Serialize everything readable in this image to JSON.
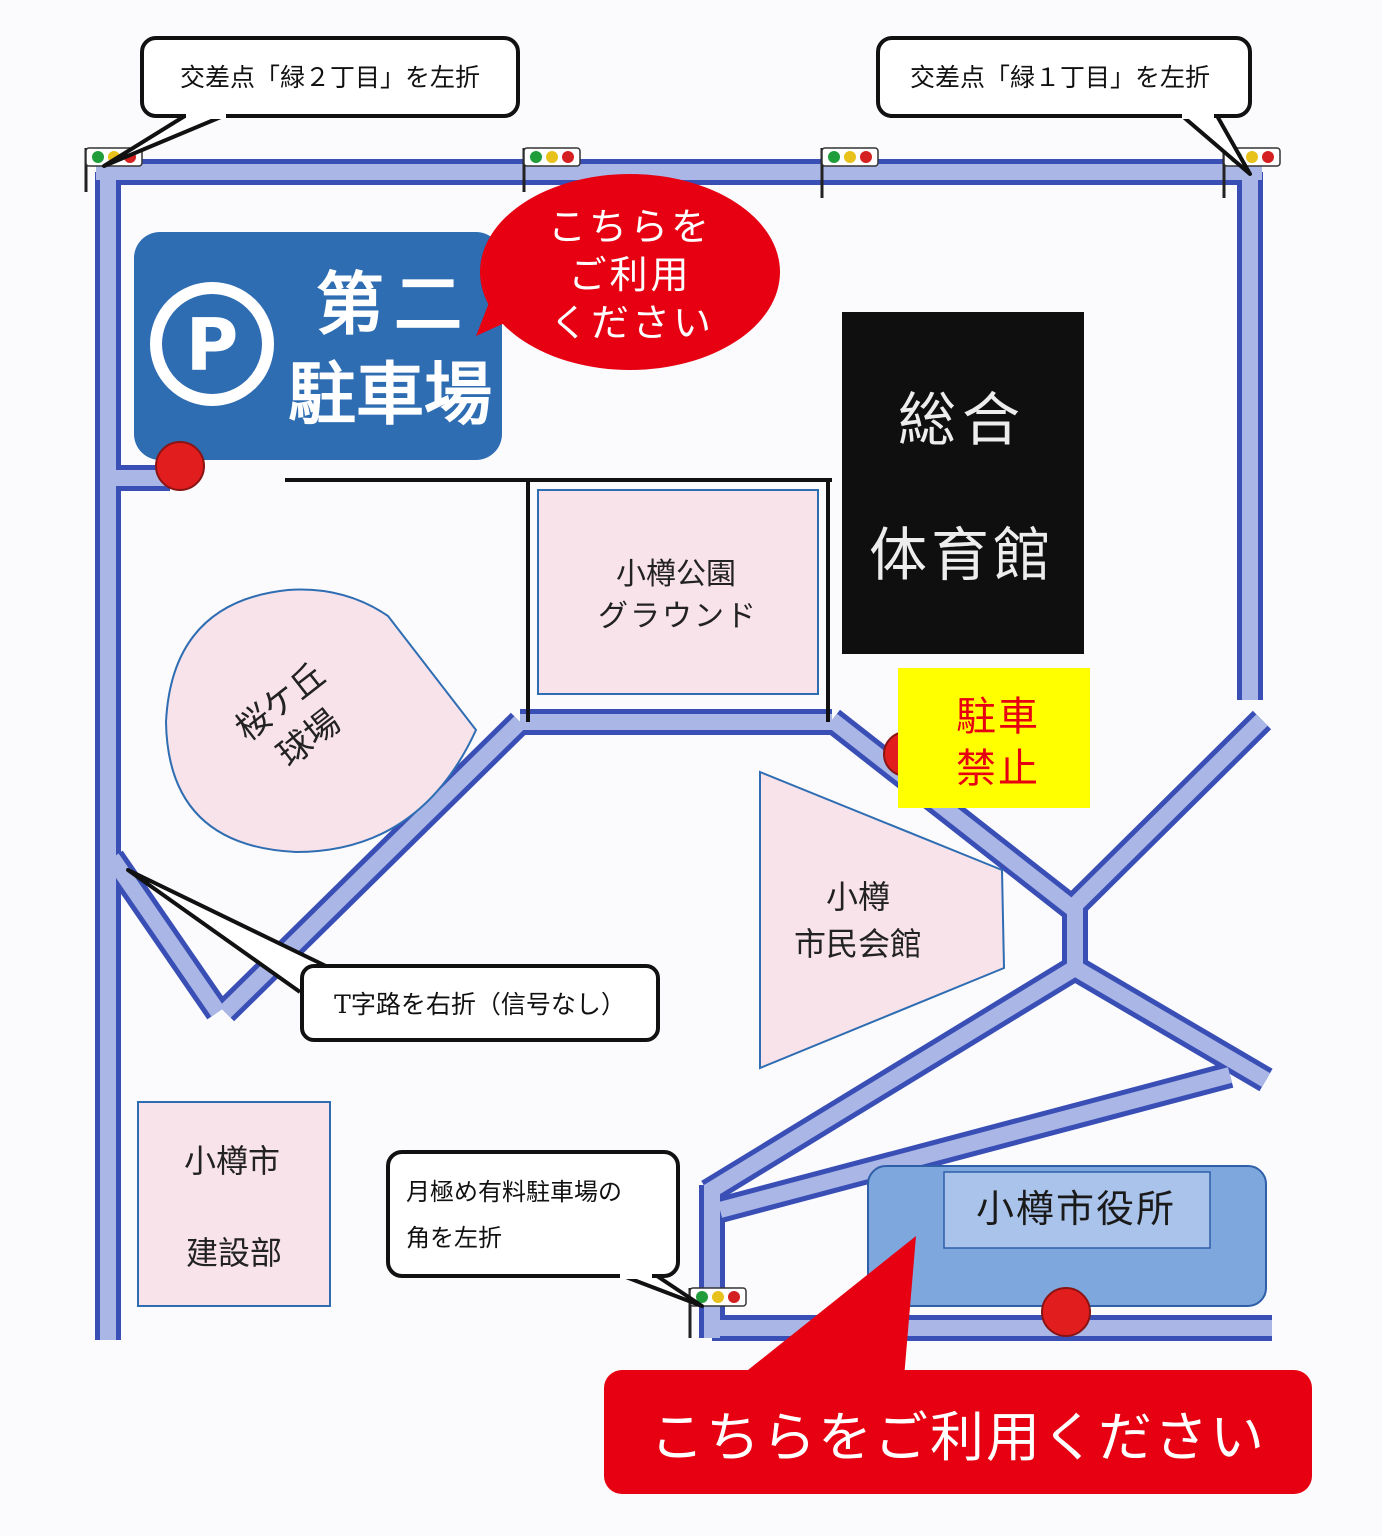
{
  "colors": {
    "road_fill": "#a9b6e6",
    "road_edge": "#3a4fb5",
    "parking_blue": "#2f6db3",
    "callout_red": "#e60012",
    "no_parking_yellow": "#ffff00",
    "facility_pink": "#f8e3ea",
    "gym_black": "#0f0f0f",
    "city_hall_blue": "#7ea7de"
  },
  "callouts": {
    "midori2": "交差点「緑２丁目」を左折",
    "midori1": "交差点「緑１丁目」を左折",
    "t_junction": "T字路を右折（信号なし）",
    "monthly_parking_line1": "月極め有料駐車場の",
    "monthly_parking_line2": "角を左折"
  },
  "parking": {
    "icon": "parking-icon",
    "icon_letter": "P",
    "line1": "第二",
    "line2": "駐車場"
  },
  "red_bubble_top": {
    "line1": "こちらを",
    "line2": "ご利用",
    "line3": "ください"
  },
  "red_bubble_bottom": "こちらをご利用ください",
  "buildings": {
    "gym_line1": "総合",
    "gym_line2": "体育館",
    "ground_line1": "小樽公園",
    "ground_line2": "グラウンド",
    "ballpark_line1": "桜ケ丘",
    "ballpark_line2": "球場",
    "civic_hall_line1": "小樽",
    "civic_hall_line2": "市民会館",
    "construction_line1": "小樽市",
    "construction_line2": "建設部",
    "city_hall": "小樽市役所"
  },
  "no_parking": {
    "line1": "駐車",
    "line2": "禁止"
  },
  "icons": [
    "traffic-light-icon",
    "parking-spot-marker-icon"
  ]
}
